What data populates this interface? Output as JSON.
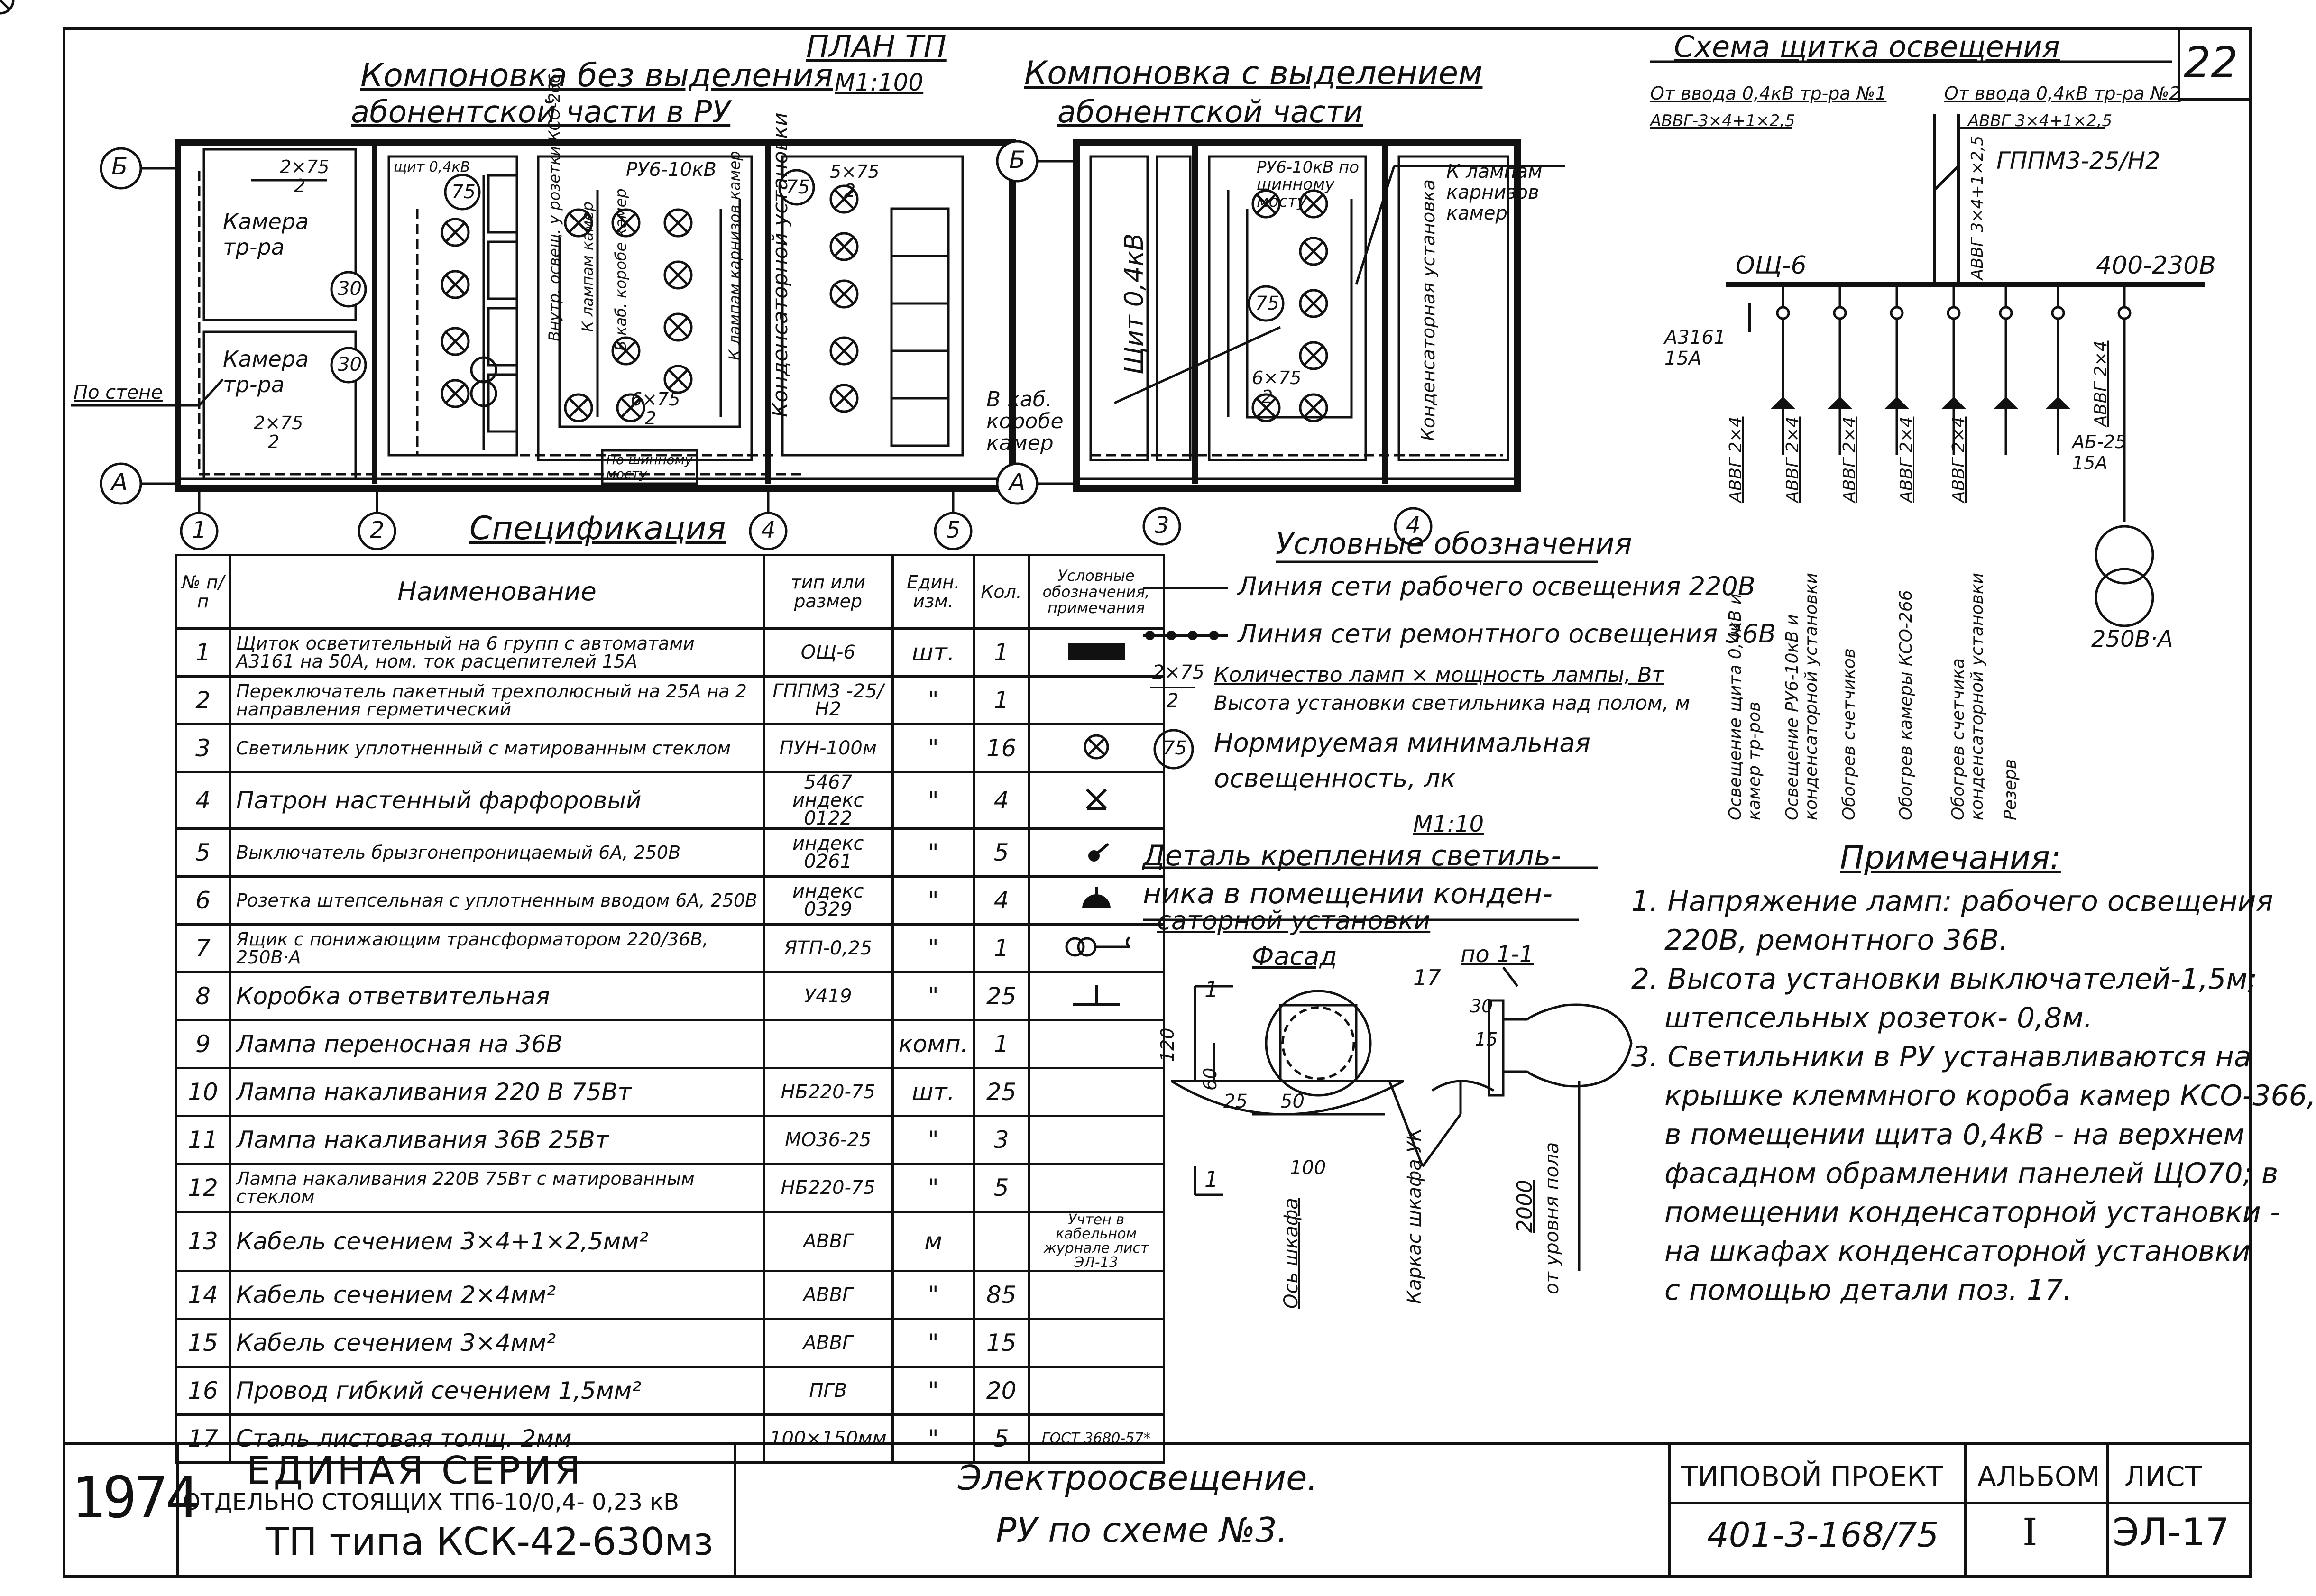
{
  "sheet_number": "22",
  "plan": {
    "title": "ПЛАН ТП",
    "scale": "М1:100"
  },
  "layout_left": {
    "title_line1": "Компоновка без выделения",
    "title_line2": "абонентской части в РУ"
  },
  "layout_right": {
    "title_line1": "Компоновка с выделением",
    "title_line2": "абонентской части"
  },
  "plan_labels": {
    "axis_b": "Б",
    "axis_a": "А",
    "axes_numbers": [
      "1",
      "2",
      "4",
      "5",
      "3",
      "4"
    ],
    "chamber1": "Камера тр-ра",
    "chamber2": "Камера тр-ра",
    "lux30a": "30",
    "lux30b": "30",
    "lux75": "75",
    "lamp_2x75": "2×75",
    "lamp_2x75_h": "2",
    "lamp_5x75": "5×75",
    "lamp_5x75_h": "2",
    "lamp_6x75": "6×75",
    "lamp_6x75_h": "2",
    "shchit": "щит 0,4кВ",
    "ru6": "РУ6-10кВ",
    "cond": "Конденсаторной установки",
    "po_stene": "По стене",
    "po_shinnomu": "По шинному мосту",
    "vnutr": "Внутр. освещ. у розетки КСО-266",
    "k_lampam_kamer": "К лампам камер",
    "v_kab_korobe": "В каб. коробе камер",
    "k_lampam_karnizov": "К лампам карнизов камер",
    "shchit_right": "Щит 0,4кВ",
    "ru6_right": "РУ6-10кВ по шинному мосту",
    "cond_right": "Конденсаторная установка",
    "k_lampam_right": "К лампам карнизов камер",
    "v_kab_right": "В каб. коробе камер"
  },
  "spec": {
    "title": "Спецификация",
    "headers": {
      "num": "№ п/п",
      "name": "Наименование",
      "type": "тип или размер",
      "unit": "Един. изм.",
      "qty": "Кол.",
      "note": "Условные обозначения, примечания"
    },
    "rows": [
      {
        "num": "1",
        "name": "Щиток осветительный на 6 групп с автоматами А3161 на 50А, ном. ток расцепителей 15А",
        "type": "ОЩ-6",
        "unit": "шт.",
        "qty": "1",
        "sym": "panel",
        "note": ""
      },
      {
        "num": "2",
        "name": "Переключатель пакетный трехполюсный на 25А на 2 направления герметический",
        "type": "ГППМЗ -25/Н2",
        "unit": "\"",
        "qty": "1",
        "sym": "",
        "note": ""
      },
      {
        "num": "3",
        "name": "Светильник уплотненный с матированным стеклом",
        "type": "ПУН-100м",
        "unit": "\"",
        "qty": "16",
        "sym": "⊗",
        "note": ""
      },
      {
        "num": "4",
        "name": "Патрон настенный фарфоровый",
        "type": "5467 индекс 0122",
        "unit": "\"",
        "qty": "4",
        "sym": "X",
        "note": ""
      },
      {
        "num": "5",
        "name": "Выключатель брызгонепроницаемый 6А, 250В",
        "type": "индекс 0261",
        "unit": "\"",
        "qty": "5",
        "sym": "switch",
        "note": ""
      },
      {
        "num": "6",
        "name": "Розетка штепсельная с уплотненным вводом 6А, 250В",
        "type": "индекс 0329",
        "unit": "\"",
        "qty": "4",
        "sym": "socket",
        "note": ""
      },
      {
        "num": "7",
        "name": "Ящик с понижающим трансформатором 220/36В, 250В·А",
        "type": "ЯТП-0,25",
        "unit": "\"",
        "qty": "1",
        "sym": "transformer",
        "note": ""
      },
      {
        "num": "8",
        "name": "Коробка ответвительная",
        "type": "У419",
        "unit": "\"",
        "qty": "25",
        "sym": "box",
        "note": ""
      },
      {
        "num": "9",
        "name": "Лампа переносная на 36В",
        "type": "",
        "unit": "комп.",
        "qty": "1",
        "sym": "",
        "note": ""
      },
      {
        "num": "10",
        "name": "Лампа накаливания 220 В 75Вт",
        "type": "НБ220-75",
        "unit": "шт.",
        "qty": "25",
        "sym": "",
        "note": ""
      },
      {
        "num": "11",
        "name": "Лампа накаливания 36В 25Вт",
        "type": "МО36-25",
        "unit": "\"",
        "qty": "3",
        "sym": "",
        "note": ""
      },
      {
        "num": "12",
        "name": "Лампа накаливания 220В 75Вт с матированным стеклом",
        "type": "НБ220-75",
        "unit": "\"",
        "qty": "5",
        "sym": "",
        "note": ""
      },
      {
        "num": "13",
        "name": "Кабель сечением 3×4+1×2,5мм²",
        "type": "АВВГ",
        "unit": "м",
        "qty": "",
        "sym": "",
        "note": "Учтен в кабельном журнале лист ЭЛ-13"
      },
      {
        "num": "14",
        "name": "Кабель сечением 2×4мм²",
        "type": "АВВГ",
        "unit": "\"",
        "qty": "85",
        "sym": "",
        "note": ""
      },
      {
        "num": "15",
        "name": "Кабель сечением 3×4мм²",
        "type": "АВВГ",
        "unit": "\"",
        "qty": "15",
        "sym": "",
        "note": ""
      },
      {
        "num": "16",
        "name": "Провод гибкий сечением 1,5мм²",
        "type": "ПГВ",
        "unit": "\"",
        "qty": "20",
        "sym": "",
        "note": ""
      },
      {
        "num": "17",
        "name": "Сталь листовая толщ. 2мм",
        "type": "100×150мм",
        "unit": "\"",
        "qty": "5",
        "sym": "",
        "note": "ГОСТ 3680-57*"
      }
    ]
  },
  "legend": {
    "title": "Условные обозначения",
    "items": [
      "Линия сети рабочего освещения 220В",
      "Линия сети ремонтного освещения 36В",
      "Количество ламп × мощность лампы, Вт",
      "Высота установки светильника над полом, м",
      "Нормируемая минимальная",
      "освещенность, лк"
    ],
    "frac_top": "2×75",
    "frac_bot": "2",
    "circle": "75"
  },
  "detail": {
    "scale": "М1:10",
    "title_line1": "Деталь крепления светиль-",
    "title_line2": "ника в помещении конден-",
    "title_line3": "саторной установки",
    "facade": "Фасад",
    "section": "по 1-1",
    "pos17": "17",
    "dims": [
      "120",
      "60",
      "25",
      "50",
      "100",
      "30",
      "15"
    ],
    "cut": "1",
    "ax_shkaf": "Ось шкафа",
    "karkas": "Каркас шкафа УК",
    "h2000": "2000",
    "ot_urovnya": "от уровня пола"
  },
  "scheme": {
    "title": "Схема щитка освещения",
    "in1": "От ввода 0,4кВ тр-ра №1",
    "in2": "От ввода 0,4кВ тр-ра №2",
    "cab1": "АВВГ-3×4+1×2,5",
    "cab2": "АВВГ 3×4+1×2,5",
    "switch": "ГППМ3-25/Н2",
    "panel": "ОЩ-6",
    "voltage": "400-230В",
    "cab_mid": "АВВГ 3×4+1×2,5",
    "breaker": "А3161 15А",
    "ab25": "АБ-25 15А",
    "tr": "250В·А",
    "groups": [
      {
        "cable": "АВВГ 2×4",
        "label": "Освещение щита 0,4кВ и камер тр-ров"
      },
      {
        "cable": "АВВГ 2×4",
        "label": "Освещение РУ6-10кВ и конденсаторной установки"
      },
      {
        "cable": "АВВГ 2×4",
        "label": "Обогрев счетчиков"
      },
      {
        "cable": "АВВГ 2×4",
        "label": "Обогрев камеры КСО-266"
      },
      {
        "cable": "АВВГ 2×4",
        "label": "Обогрев счетчика конденсаторной установки"
      },
      {
        "cable": "",
        "label": "Резерв"
      },
      {
        "cable": "АВВГ 2×4",
        "label": ""
      }
    ]
  },
  "notes": {
    "title": "Примечания:",
    "lines": [
      "1. Напряжение ламп: рабочего освещения",
      "220В, ремонтного 36В.",
      "2. Высота установки выключателей-1,5м;",
      "штепсельных розеток- 0,8м.",
      "3. Светильники в РУ устанавливаются на",
      "крышке клеммного короба камер КСО-366,",
      "в помещении щита 0,4кВ - на верхнем",
      "фасадном обрамлении панелей ЩО70; в",
      "помещении конденсаторной установки -",
      "на шкафах конденсаторной установки",
      "с помощью детали поз. 17."
    ]
  },
  "stamp": {
    "year": "1974",
    "series_title": "ЕДИНАЯ СЕРИЯ",
    "series_sub": "ОТДЕЛЬНО СТОЯЩИХ ТП6-10/0,4- 0,23 кВ",
    "tp_type": "ТП типа КСК-42-630мз",
    "subject_line1": "Электроосвещение.",
    "subject_line2": "РУ по схеме №3.",
    "project_label": "ТИПОВОЙ ПРОЕКТ",
    "project_num": "401-3-168/75",
    "album_label": "АЛЬБОМ",
    "album_num": "I",
    "sheet_label": "ЛИСТ",
    "sheet_num": "ЭЛ-17"
  }
}
